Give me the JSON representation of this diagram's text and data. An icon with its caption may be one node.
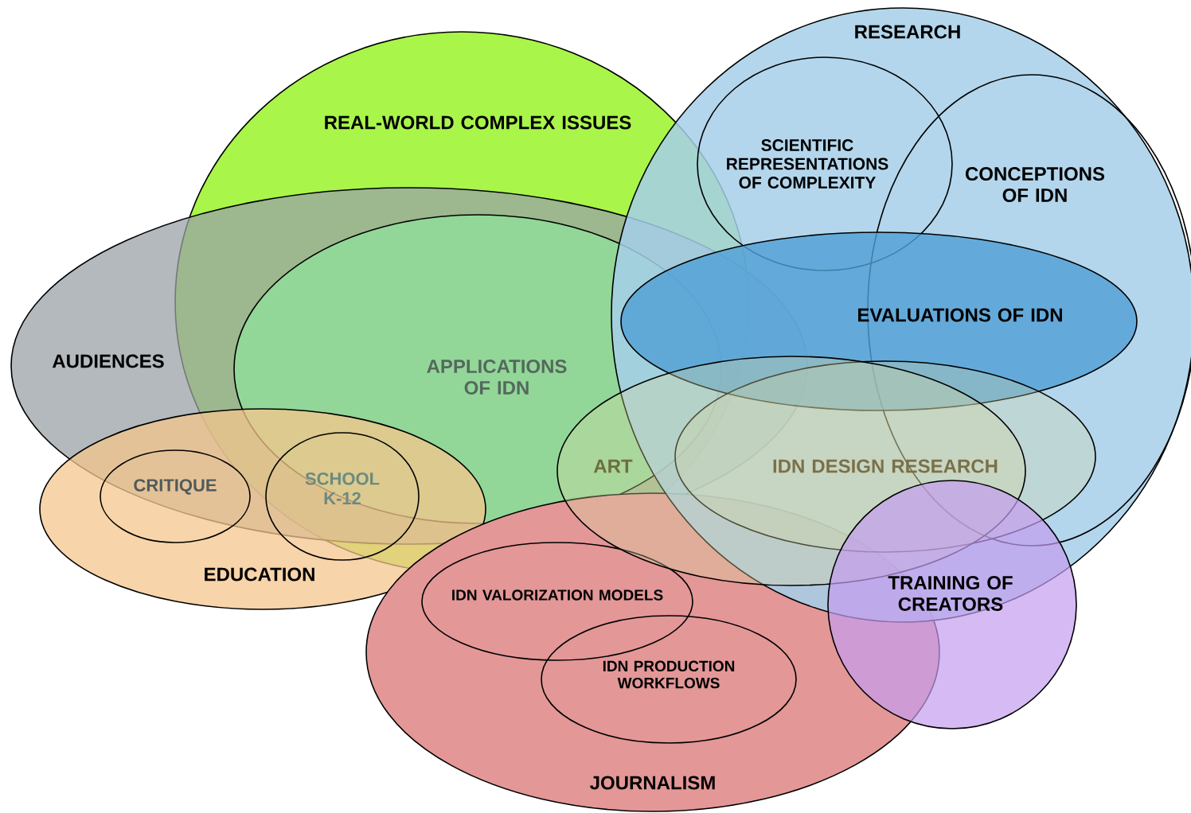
{
  "diagram": {
    "nodes": [
      {
        "text": [
          "RESEARCH"
        ]
      },
      {
        "text": [
          "REAL-WORLD COMPLEX ISSUES"
        ]
      },
      {
        "text": [
          "SCIENTIFIC REPRESENTATIONS OF COMPLEXITY"
        ],
        "in": 0
      },
      {
        "text": [
          "CONCEPTIONS OF IDN"
        ],
        "in": 0
      },
      {
        "text": [
          "AUDIENCES"
        ]
      },
      {
        "text": [
          "APPLICATIONS OF IDN"
        ]
      },
      {
        "text": [
          "EVALUATIONS OF IDN"
        ],
        "in": 0
      },
      {
        "text": [
          "ART"
        ]
      },
      {
        "text": [
          "IDN DESIGN RESEARCH"
        ],
        "in": 0
      },
      {
        "text": [
          "CRITIQUE"
        ]
      },
      {
        "text": [
          "SCHOOL K-12"
        ]
      },
      {
        "text": [
          "EDUCATION"
        ]
      },
      {
        "text": [
          "TRAINING OF CREATORS"
        ]
      },
      {
        "text": [
          "JOURNALISM"
        ]
      },
      {
        "text": [
          "IDN VALORIZATION MODELS"
        ],
        "in": 13
      },
      {
        "text": [
          "IDN PRODUCTION WORKFLOWS"
        ],
        "in": 13
      }
    ]
  }
}
